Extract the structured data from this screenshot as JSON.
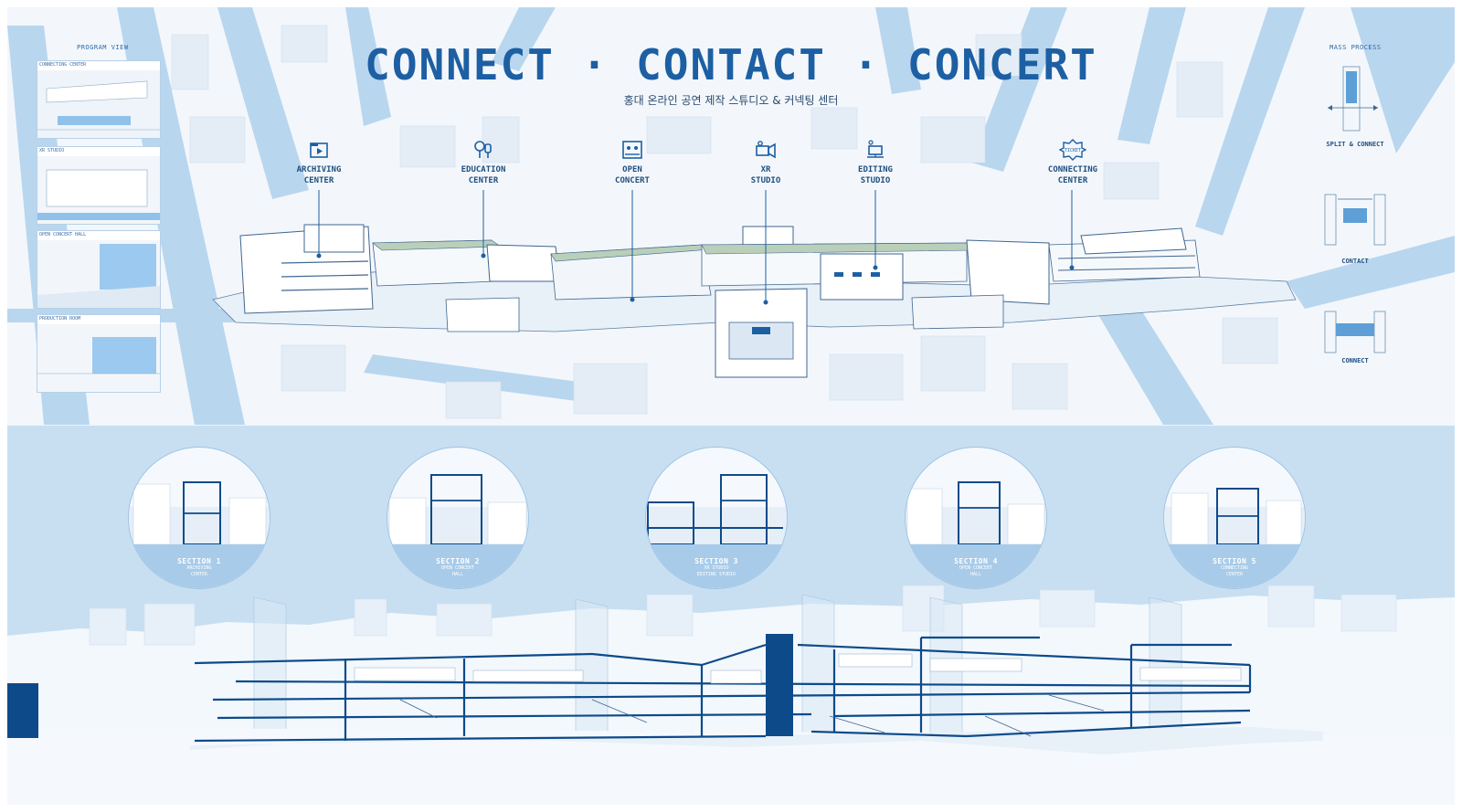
{
  "title": "CONNECT · CONTACT · CONCERT",
  "subtitle": "홍대 온라인 공연 제작 스튜디오 & 커넥팅 센터",
  "program_view": {
    "heading": "PROGRAM VIEW",
    "cards": [
      "CONNECTING CENTER",
      "XR STUDIO",
      "OPEN CONCERT HALL",
      "PRODUCTION ROOM"
    ]
  },
  "mass_process": {
    "heading": "MASS PROCESS",
    "steps": [
      {
        "label": "SPLIT & CONNECT"
      },
      {
        "label": "CONTACT"
      },
      {
        "label": "CONNECT"
      }
    ]
  },
  "programs": [
    {
      "label": "ARCHIVING\nCENTER",
      "icon": "archive-icon"
    },
    {
      "label": "EDUCATION\nCENTER",
      "icon": "education-icon"
    },
    {
      "label": "OPEN\nCONCERT",
      "icon": "concert-icon"
    },
    {
      "label": "XR\nSTUDIO",
      "icon": "camera-icon"
    },
    {
      "label": "EDITING\nSTUDIO",
      "icon": "editing-icon"
    },
    {
      "label": "CONNECTING\nCENTER",
      "icon": "ticket-icon"
    }
  ],
  "ticket_icon_text": "TICKET",
  "sections": [
    {
      "name": "SECTION 1",
      "sub": "ARCHIVING\nCENTER"
    },
    {
      "name": "SECTION 2",
      "sub": "OPEN CONCERT\nHALL"
    },
    {
      "name": "SECTION 3",
      "sub": "XR STUDIO\nEDITING STUDIO"
    },
    {
      "name": "SECTION 4",
      "sub": "OPEN CONCERT\nHALL"
    },
    {
      "name": "SECTION 5",
      "sub": "CONNECTING\nCENTER"
    }
  ],
  "colors": {
    "primary": "#1d5fa3",
    "dark": "#0d4a8a",
    "light_blue": "#c8dff2",
    "pale": "#f4f8fc"
  }
}
